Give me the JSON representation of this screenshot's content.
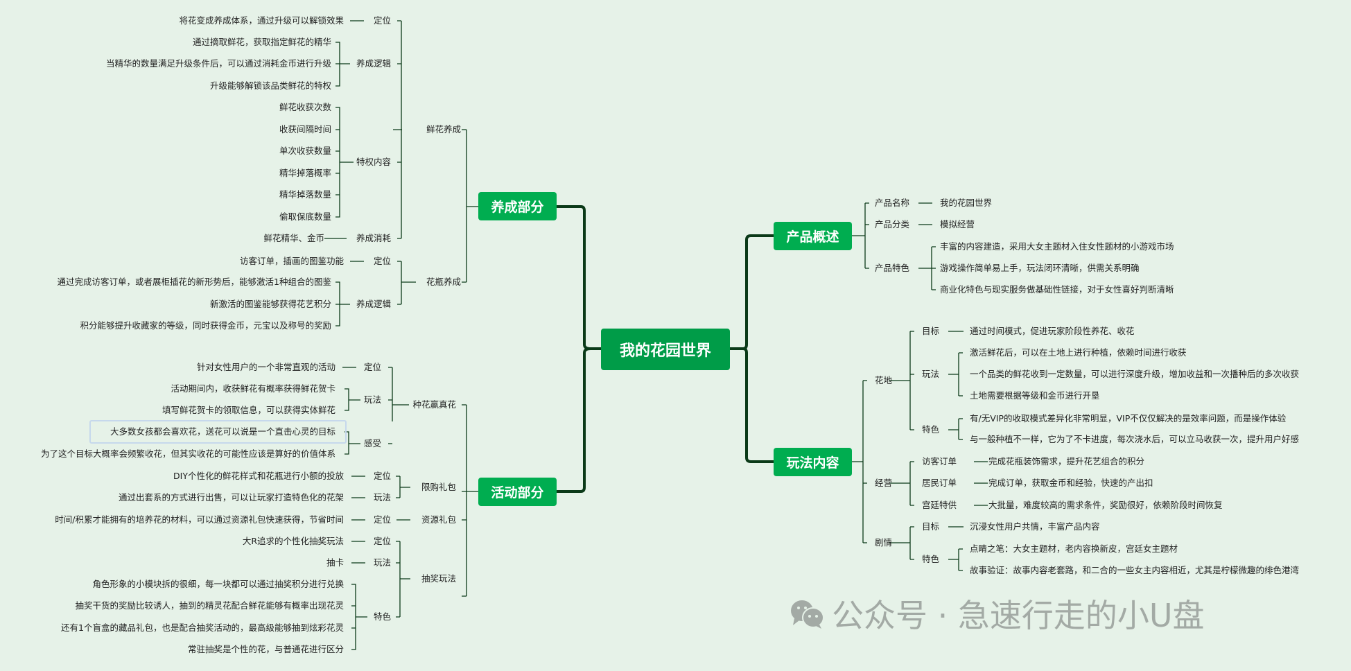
{
  "root": {
    "label": "我的花园世界"
  },
  "branches": {
    "cultivation": {
      "label": "养成部分",
      "flower": {
        "label": "鲜花养成",
        "position": {
          "label": "定位",
          "item": "将花变成养成体系，通过升级可以解锁效果"
        },
        "logic": {
          "label": "养成逻辑",
          "items": [
            "通过摘取鲜花，获取指定鲜花的精华",
            "当精华的数量满足升级条件后，可以通过消耗金币进行升级",
            "升级能够解锁该品类鲜花的特权"
          ]
        },
        "privileges": {
          "label": "特权内容",
          "items": [
            "鲜花收获次数",
            "收获间隔时间",
            "单次收获数量",
            "精华掉落概率",
            "精华掉落数量",
            "偷取保底数量"
          ]
        },
        "cost": {
          "label": "养成消耗",
          "item": "鲜花精华、金币"
        }
      },
      "vase": {
        "label": "花瓶养成",
        "position": {
          "label": "定位",
          "item": "访客订单，插画的图鉴功能"
        },
        "logic": {
          "label": "养成逻辑",
          "items": [
            "通过完成访客订单，或者展柜插花的新形势后，能够激活1种组合的图鉴",
            "新激活的图鉴能够获得花艺积分",
            "积分能够提升收藏家的等级，同时获得金币，元宝以及称号的奖励"
          ]
        }
      }
    },
    "activity": {
      "label": "活动部分",
      "real_flower": {
        "label": "种花赢真花",
        "position": {
          "label": "定位",
          "item": "针对女性用户的一个非常直观的活动"
        },
        "play": {
          "label": "玩法",
          "items": [
            "活动期间内，收获鲜花有概率获得鲜花贺卡",
            "填写鲜花贺卡的领取信息，可以获得实体鲜花"
          ]
        },
        "feeling": {
          "label": "感受",
          "items": [
            "大多数女孩都会喜欢花，送花可以说是一个直击心灵的目标",
            "为了这个目标大概率会频繁收花，但其实收花的可能性应该是算好的价值体系"
          ]
        }
      },
      "limited_pack": {
        "label": "限购礼包",
        "position": {
          "label": "定位",
          "item": "DIY个性化的鲜花样式和花瓶进行小额的投放"
        },
        "play": {
          "label": "玩法",
          "item": "通过出套系的方式进行出售，可以让玩家打造特色化的花架"
        }
      },
      "resource_pack": {
        "label": "资源礼包",
        "position": {
          "label": "定位",
          "item": "时间/积累才能拥有的培养花的材料，可以通过资源礼包快速获得，节省时间"
        }
      },
      "lottery": {
        "label": "抽奖玩法",
        "position": {
          "label": "定位",
          "item": "大R追求的个性化抽奖玩法"
        },
        "play": {
          "label": "玩法",
          "item": "抽卡"
        },
        "feature": {
          "label": "特色",
          "items": [
            "角色形象的小模块拆的很细，每一块都可以通过抽奖积分进行兑换",
            "抽奖干货的奖励比较诱人，抽到的精灵花配合鲜花能够有概率出现花灵",
            "还有1个盲盒的藏品礼包，也是配合抽奖活动的，最高级能够抽到炫彩花灵",
            "常驻抽奖是个性的花，与普通花进行区分"
          ]
        }
      }
    },
    "overview": {
      "label": "产品概述",
      "name": {
        "label": "产品名称",
        "item": "我的花园世界"
      },
      "category": {
        "label": "产品分类",
        "item": "模拟经营"
      },
      "features": {
        "label": "产品特色",
        "items": [
          "丰富的内容建造，采用大女主题材入住女性题材的小游戏市场",
          "游戏操作简单易上手，玩法闭环清晰，供需关系明确",
          "商业化特色与现实服务做基础性链接，对于女性喜好判断清晰"
        ]
      }
    },
    "gameplay": {
      "label": "玩法内容",
      "field": {
        "label": "花地",
        "goal": {
          "label": "目标",
          "item": "通过时间模式，促进玩家阶段性养花、收花"
        },
        "play": {
          "label": "玩法",
          "items": [
            "激活鲜花后，可以在土地上进行种植，依赖时间进行收获",
            "一个品类的鲜花收到一定数量，可以进行深度升级，增加收益和一次播种后的多次收获",
            "土地需要根据等级和金币进行开垦"
          ]
        },
        "feature": {
          "label": "特色",
          "items": [
            "有/无VIP的收取模式差异化非常明显，VIP不仅仅解决的是效率问题，而是操作体验",
            "与一般种植不一样，它为了不卡进度，每次浇水后，可以立马收获一次，提升用户好感"
          ]
        }
      },
      "business": {
        "label": "经营",
        "visitor": {
          "label": "访客订单",
          "item": "完成花瓶装饰需求，提升花艺组合的积分"
        },
        "resident": {
          "label": "居民订单",
          "item": "完成订单，获取金币和经验，快速的产出扣"
        },
        "palace": {
          "label": "宫廷特供",
          "item": "大批量，难度较高的需求条件，奖励很好，依赖阶段时间恢复"
        }
      },
      "story": {
        "label": "剧情",
        "goal": {
          "label": "目标",
          "item": "沉浸女性用户共情，丰富产品内容"
        },
        "feature": {
          "label": "特色",
          "items": [
            "点睛之笔：大女主题材，老内容换新皮，宫廷女主题材",
            "故事验证：故事内容老套路，和二合的一些女主内容相近，尤其是柠檬微趣的绯色港湾"
          ]
        }
      }
    }
  },
  "watermark": {
    "icon": "wechat-icon",
    "text": "公众号 · 急速行走的小U盘"
  },
  "colors": {
    "background": "#e6f2e8",
    "node": "#00ad50",
    "root": "#009c48",
    "line": "#0b3a18",
    "watermark": "#a3aaa5"
  }
}
